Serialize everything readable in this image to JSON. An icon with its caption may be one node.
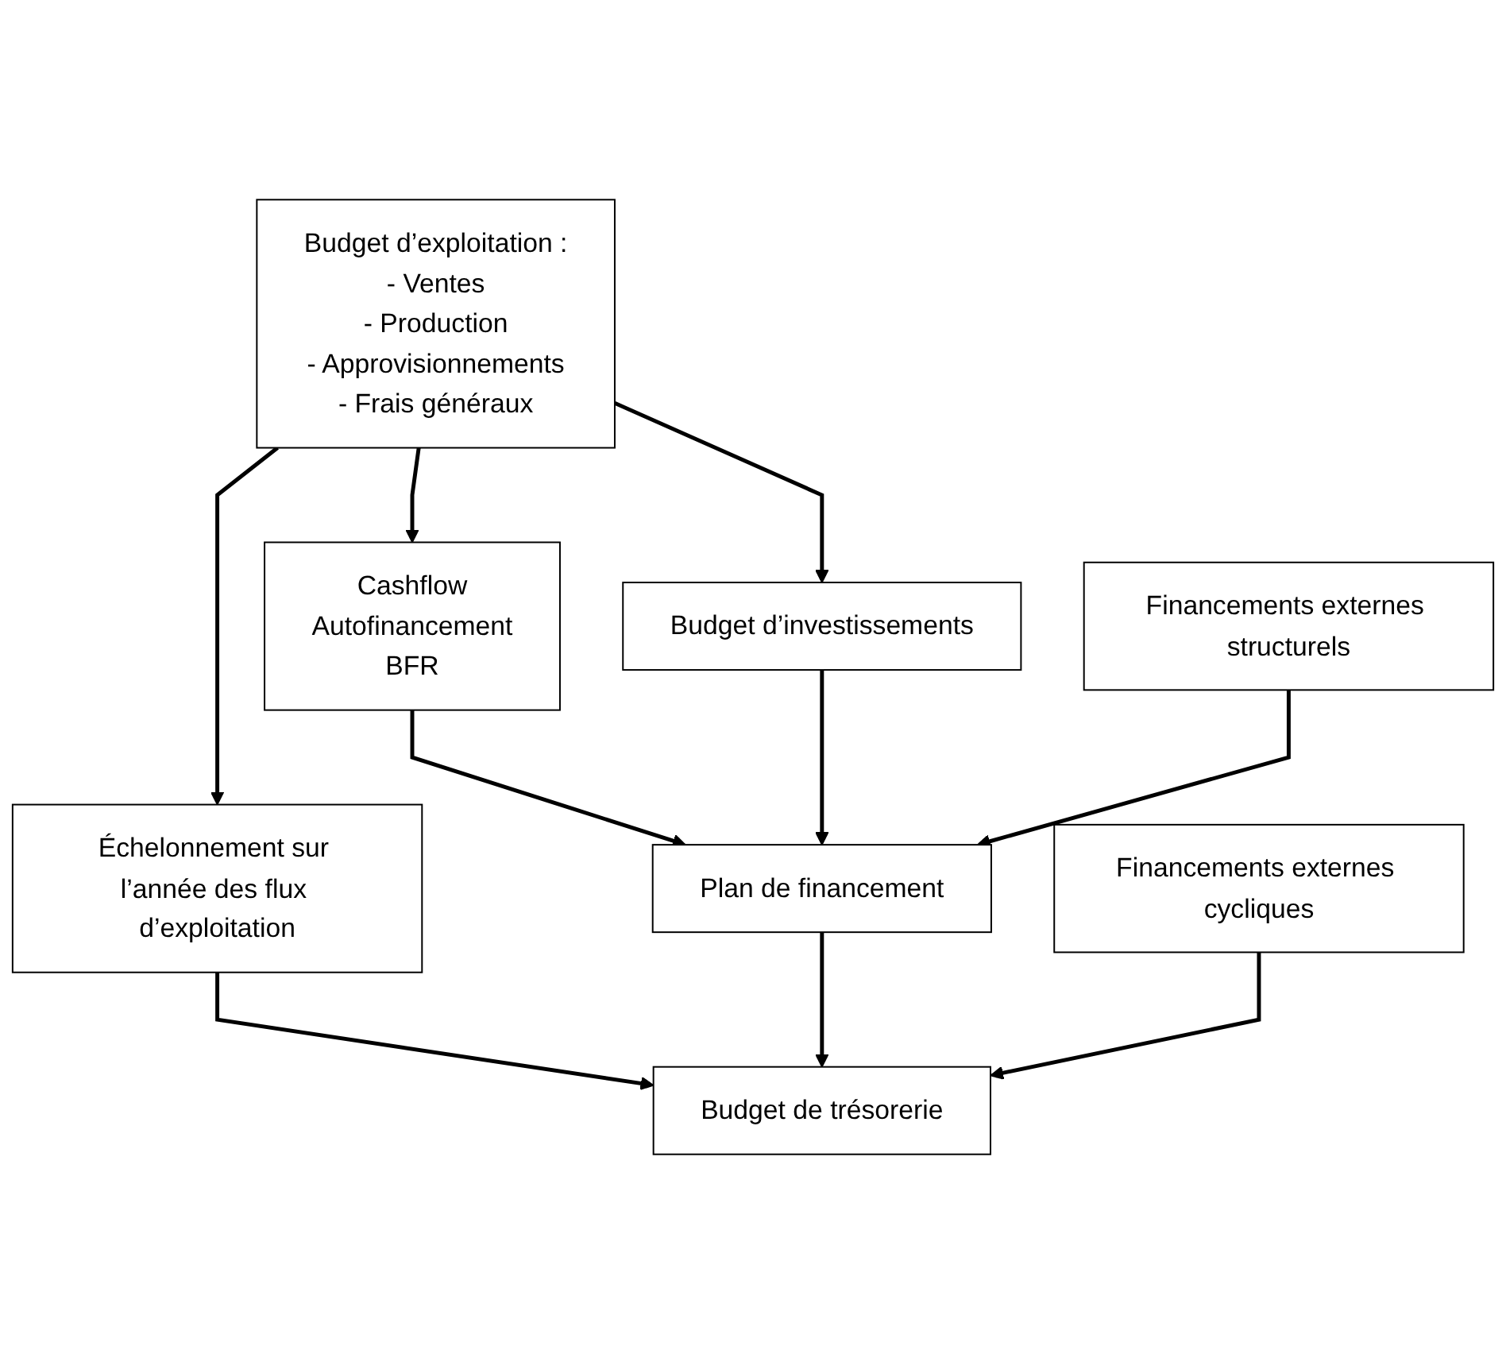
{
  "diagram": {
    "nodes": [
      {
        "text": [
          "Budget d’exploitation :",
          "- Ventes",
          "- Production",
          "- Approvisionnements",
          "- Frais généraux"
        ]
      },
      {
        "text": [
          "Cashflow",
          "Autofinancement",
          "BFR"
        ]
      },
      {
        "text": [
          "Budget d’investissements"
        ]
      },
      {
        "text": [
          "Financements externes structurels"
        ]
      },
      {
        "text": [
          "Échelonnement sur l’année des flux d’exploitation"
        ]
      },
      {
        "text": [
          "Plan de financement"
        ]
      },
      {
        "text": [
          "Financements externes cycliques"
        ]
      },
      {
        "text": [
          "Budget de trésorerie"
        ]
      }
    ],
    "edges": [
      {
        "from": 0,
        "to": 4,
        "arrow": "to"
      },
      {
        "from": 0,
        "to": 1,
        "arrow": "to"
      },
      {
        "from": 0,
        "to": 2,
        "arrow": "to"
      },
      {
        "from": 1,
        "to": 5,
        "arrow": "to"
      },
      {
        "from": 2,
        "to": 5,
        "arrow": "to"
      },
      {
        "from": 3,
        "to": 5,
        "arrow": "to"
      },
      {
        "from": 4,
        "to": 7,
        "arrow": "to"
      },
      {
        "from": 5,
        "to": 7,
        "arrow": "to"
      },
      {
        "from": 6,
        "to": 7,
        "arrow": "to"
      }
    ]
  }
}
